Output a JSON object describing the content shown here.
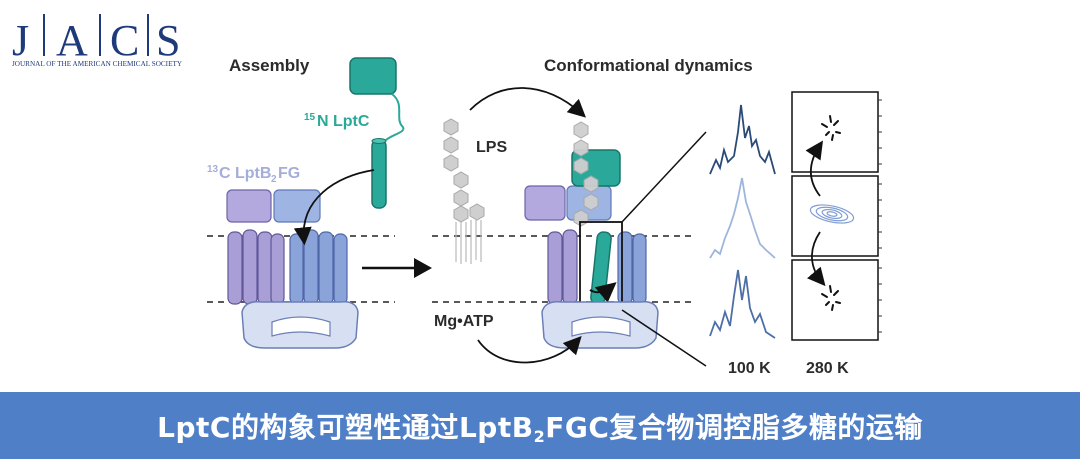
{
  "logo": {
    "letters": [
      "J",
      "A",
      "C",
      "S"
    ],
    "subtitle": "JOURNAL OF THE AMERICAN CHEMICAL SOCIETY"
  },
  "panels": {
    "assembly_title": "Assembly",
    "dynamics_title": "Conformational dynamics"
  },
  "labels": {
    "lptc_iso": "15",
    "lptc_name": "N LptC",
    "complex_iso": "13",
    "complex_pre": "C LptB",
    "complex_sub": "2",
    "complex_post": "FG",
    "lps": "LPS",
    "mgatp": "Mg•ATP",
    "temp_low": "100 K",
    "temp_high": "280 K"
  },
  "banner": {
    "pre": "LptC的构象可塑性通过LptB",
    "sub": "2",
    "post": "FGC复合物调控脂多糖的运输"
  },
  "colors": {
    "lptc_teal": "#2aa99a",
    "lavender": "#a99fd6",
    "periwinkle": "#8aa3d8",
    "banner_blue": "#4f80c7",
    "logo_navy": "#1f3a7a"
  }
}
